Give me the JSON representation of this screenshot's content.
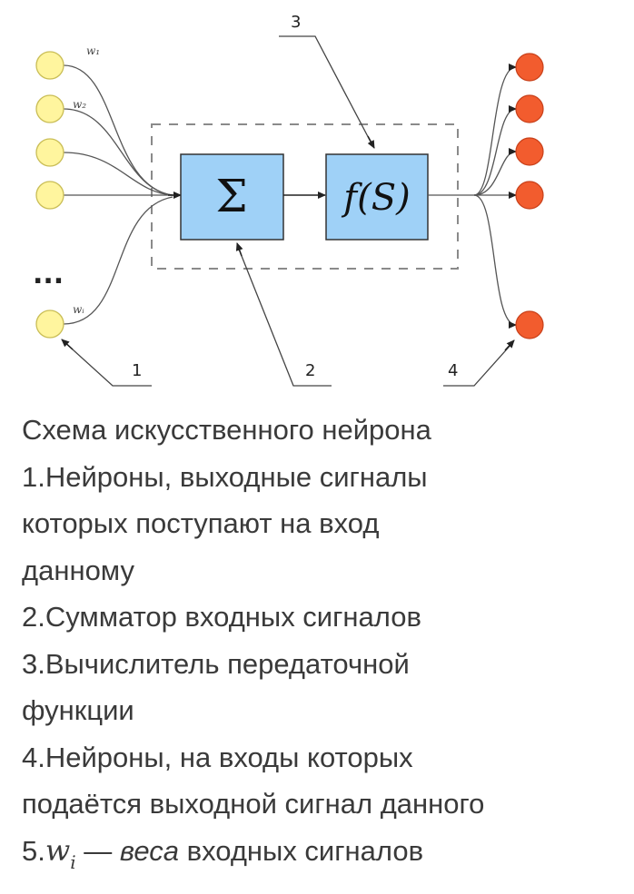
{
  "diagram": {
    "sum_symbol": "Σ",
    "transfer_label": "f(S)",
    "weight_labels": [
      "w₁",
      "w₂",
      "wᵢ"
    ],
    "ellipsis": "...",
    "callouts": [
      "1",
      "2",
      "3",
      "4"
    ],
    "colors": {
      "input_node": "#fff59e",
      "output_node": "#f25c2e",
      "block_fill": "#9fd1f7",
      "block_stroke": "#333333",
      "dashed_border": "#8a8a8a"
    }
  },
  "caption": {
    "title": "Схема искусственного нейрона",
    "item1_a": "1.Нейроны, выходные сигналы",
    "item1_b": "которых поступают на вход",
    "item1_c": "данному",
    "item2": "2.Сумматор входных сигналов",
    "item3_a": "3.Вычислитель передаточной",
    "item3_b": "функции",
    "item4_a": "4.Нейроны, на входы которых",
    "item4_b": "подаётся выходной сигнал данного",
    "item5_prefix": "5.",
    "item5_var": "w",
    "item5_sub": "i",
    "item5_dash": " — ",
    "item5_italic": "веса",
    "item5_rest": " входных сигналов"
  }
}
